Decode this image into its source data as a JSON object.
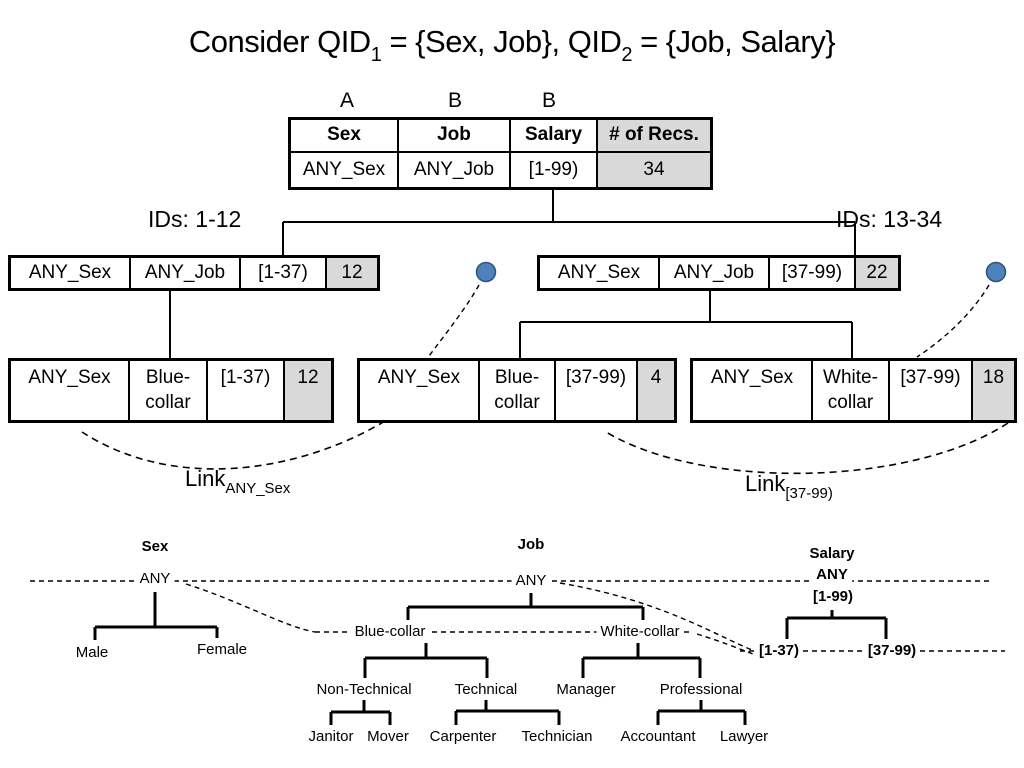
{
  "title": {
    "part1": "Consider QID",
    "sub1": "1",
    "part2": " = {Sex, Job}, QID",
    "sub2": "2",
    "part3": " = {Job, Salary}"
  },
  "column_flags": {
    "sex": "A",
    "job": "B",
    "salary": "B"
  },
  "root_table": {
    "headers": [
      "Sex",
      "Job",
      "Salary",
      "# of Recs."
    ],
    "row": [
      "ANY_Sex",
      "ANY_Job",
      "[1-99)",
      "34"
    ]
  },
  "ids_labels": {
    "left": "IDs: 1-12",
    "right": "IDs: 13-34"
  },
  "level2_tables": {
    "left": [
      "ANY_Sex",
      "ANY_Job",
      "[1-37)",
      "12"
    ],
    "right": [
      "ANY_Sex",
      "ANY_Job",
      "[37-99)",
      "22"
    ]
  },
  "level3_tables": {
    "left": [
      "ANY_Sex",
      "Blue-collar",
      "[1-37)",
      "12"
    ],
    "middle": [
      "ANY_Sex",
      "Blue-collar",
      "[37-99)",
      "4"
    ],
    "right": [
      "ANY_Sex",
      "White-collar",
      "[37-99)",
      "18"
    ]
  },
  "links": {
    "left": {
      "label": "Link",
      "subscript": "ANY_Sex"
    },
    "right": {
      "label": "Link",
      "subscript": "[37-99)"
    }
  },
  "taxonomy": {
    "sex": {
      "title": "Sex",
      "root": "ANY",
      "leaves": [
        "Male",
        "Female"
      ]
    },
    "job": {
      "title": "Job",
      "root": "ANY",
      "level1": [
        "Blue-collar",
        "White-collar"
      ],
      "level2": [
        "Non-Technical",
        "Technical",
        "Manager",
        "Professional"
      ],
      "leaves": [
        "Janitor",
        "Mover",
        "Carpenter",
        "Technician",
        "Accountant",
        "Lawyer"
      ]
    },
    "salary": {
      "title": "Salary",
      "root": "ANY",
      "root_range": "[1-99)",
      "leaves": [
        "[1-37)",
        "[37-99)"
      ]
    }
  },
  "colors": {
    "cell_gray": "#d9d9d9",
    "link_circle_fill": "#4f81bd",
    "link_circle_stroke": "#2f5478"
  }
}
